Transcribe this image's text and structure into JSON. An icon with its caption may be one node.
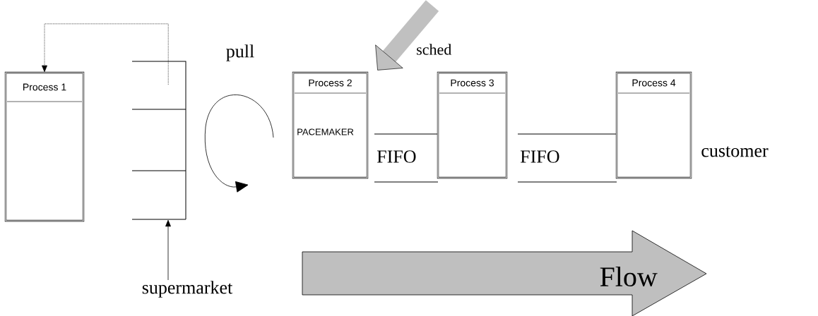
{
  "diagram": {
    "nodes": [
      {
        "text": [
          "Process 1"
        ]
      },
      {
        "text": [],
        "shape": "box"
      },
      {
        "text": [
          "Process 2",
          "PACEMAKER"
        ]
      },
      {
        "text": [
          "FIFO"
        ]
      },
      {
        "text": [
          "Process 3"
        ]
      },
      {
        "text": [
          "FIFO"
        ]
      },
      {
        "text": [
          "Process 4"
        ]
      },
      {
        "text": [
          "supermarket"
        ]
      }
    ],
    "edges": [
      {
        "from": 1,
        "to": 0,
        "arrow": "to",
        "style": "dashed"
      },
      {
        "from": 7,
        "to": 1,
        "arrow": "to"
      },
      {
        "from": null,
        "to": 2,
        "arrow": "to",
        "label": "sched",
        "style": "thick",
        "color": "#c0c0c0"
      }
    ],
    "labels": [
      "pull",
      "customer",
      "Flow"
    ]
  }
}
